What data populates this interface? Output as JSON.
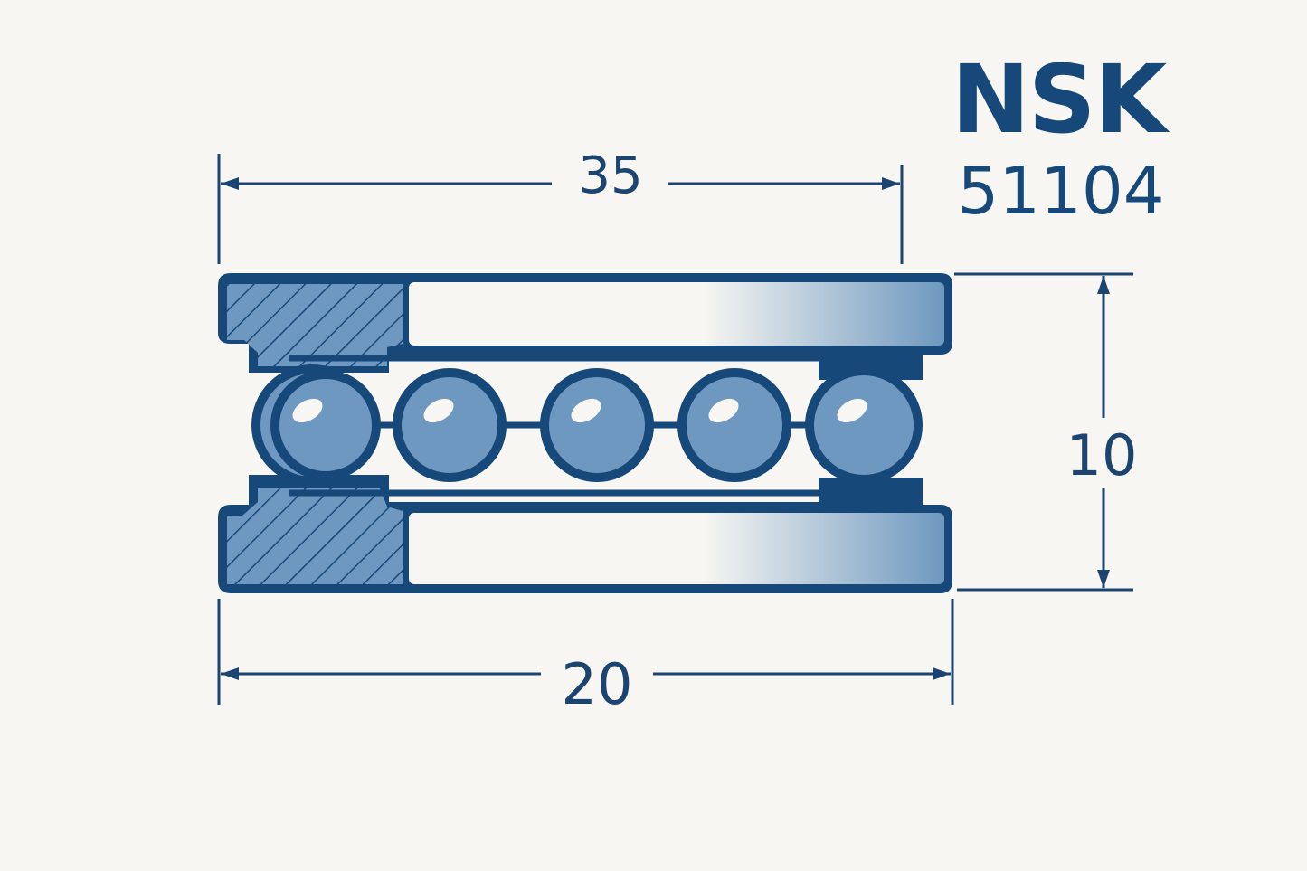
{
  "brand": "NSK",
  "part_number": "51104",
  "dimensions": {
    "outer_diameter": "35",
    "bore_diameter": "20",
    "height": "10"
  },
  "ball_count": 5,
  "colors": {
    "line": "#17487a",
    "fill": "#6e98c0",
    "background": "#f7f6f2"
  }
}
